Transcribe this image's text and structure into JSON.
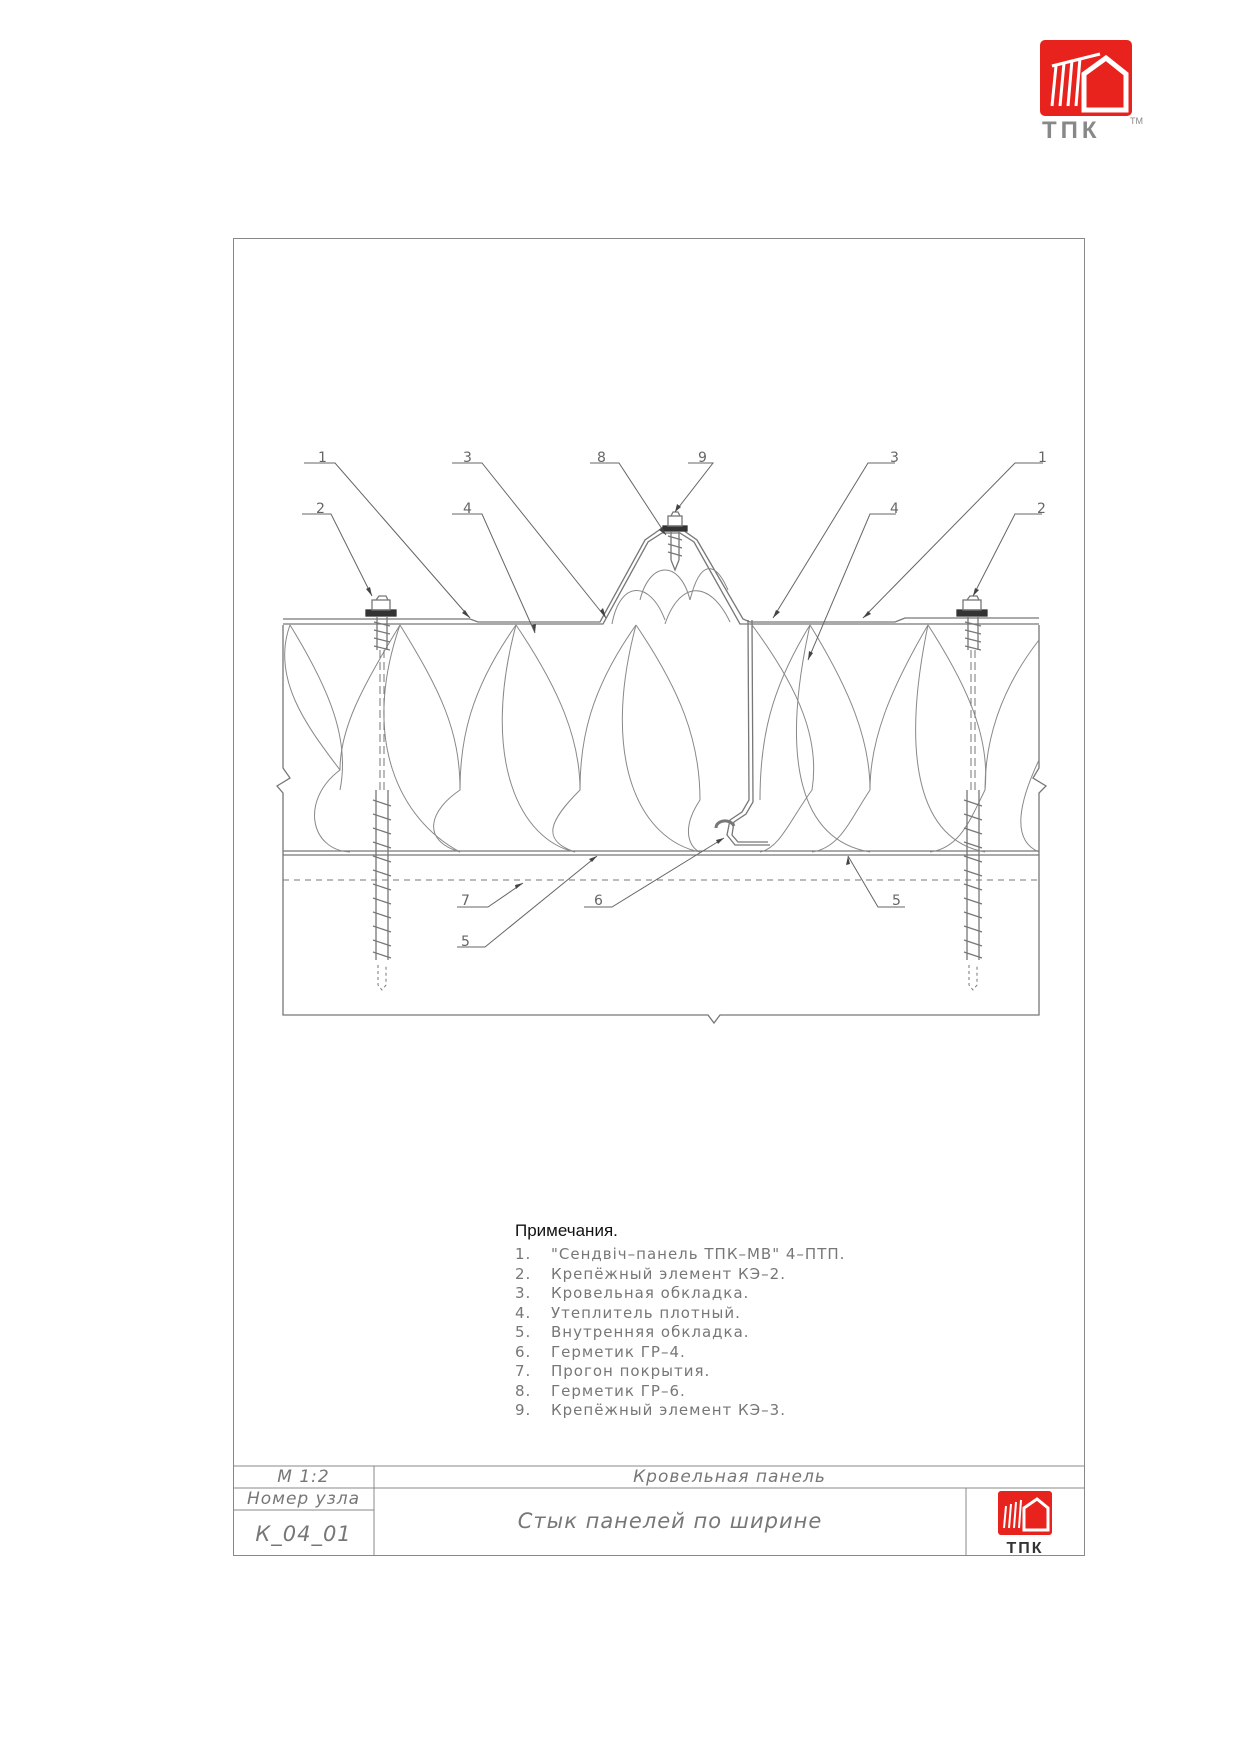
{
  "logo": {
    "brand": "ТПК",
    "trademark": "TM"
  },
  "callouts": {
    "c1_left": "1",
    "c2_left": "2",
    "c3_left": "3",
    "c4_left": "4",
    "c8": "8",
    "c9": "9",
    "c3_right": "3",
    "c4_right": "4",
    "c1_right": "1",
    "c2_right": "2",
    "c7": "7",
    "c6": "6",
    "c5_right": "5",
    "c5_left": "5"
  },
  "notes": {
    "title": "Примечания.",
    "items": [
      {
        "num": "1.",
        "text": "\"Сендвіч–панель ТПК–МВ\" 4–ПТП."
      },
      {
        "num": "2.",
        "text": "Крепёжный элемент КЭ–2."
      },
      {
        "num": "3.",
        "text": "Кровельная обкладка."
      },
      {
        "num": "4.",
        "text": "Утеплитель плотный."
      },
      {
        "num": "5.",
        "text": "Внутренняя обкладка."
      },
      {
        "num": "6.",
        "text": "Герметик ГР–4."
      },
      {
        "num": "7.",
        "text": "Прогон покрытия."
      },
      {
        "num": "8.",
        "text": "Герметик ГР–6."
      },
      {
        "num": "9.",
        "text": "Крепёжный элемент КЭ–3."
      }
    ]
  },
  "title_block": {
    "scale": "М 1:2",
    "category": "Кровельная панель",
    "node_label": "Номер узла",
    "node_code": "К_04_01",
    "node_title": "Стык панелей по ширине",
    "logo_text": "ТПК"
  },
  "colors": {
    "brand_red": "#e8221c",
    "line": "#6a6a6a"
  }
}
